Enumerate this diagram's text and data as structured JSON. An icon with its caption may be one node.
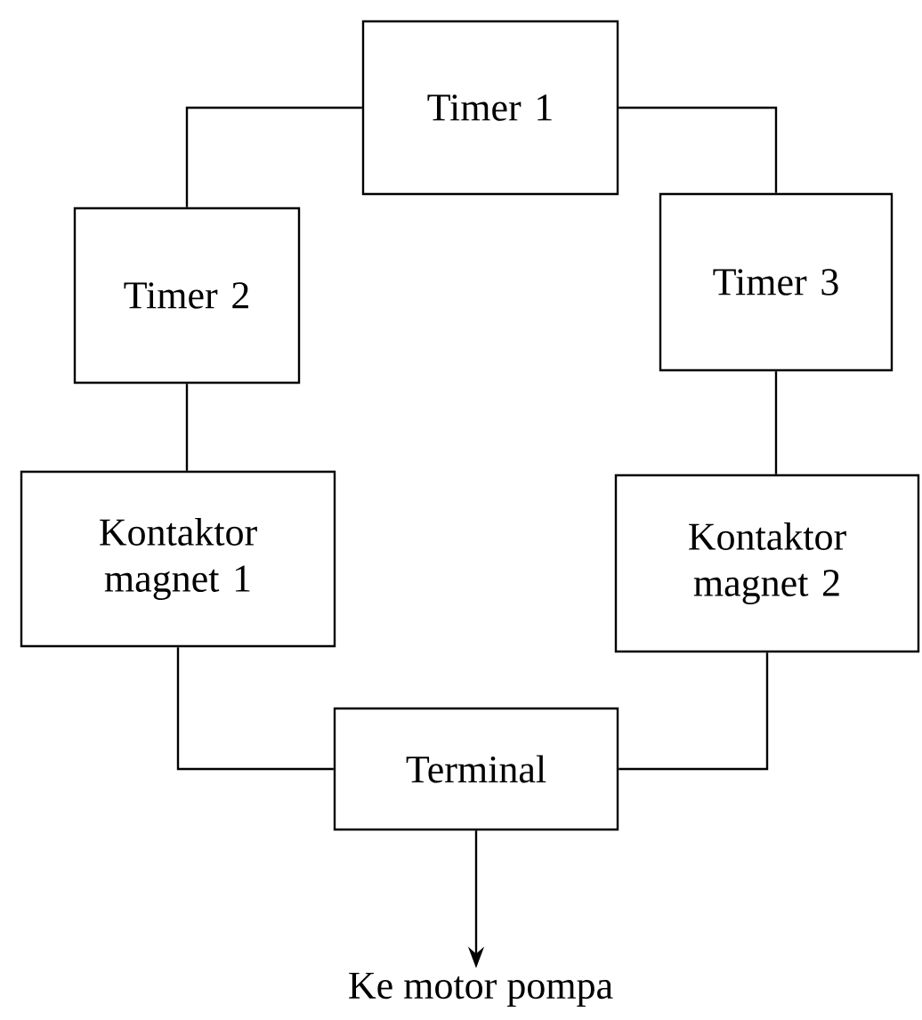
{
  "diagram": {
    "nodes": [
      {
        "text": [
          "Timer 1"
        ]
      },
      {
        "text": [
          "Timer 2"
        ]
      },
      {
        "text": [
          "Timer 3"
        ]
      },
      {
        "text": [
          "Kontaktor magnet 1"
        ]
      },
      {
        "text": [
          "Kontaktor magnet 2"
        ]
      },
      {
        "text": [
          "Terminal"
        ]
      },
      {
        "text": [
          "Ke motor pompa"
        ]
      }
    ],
    "edges": [
      {
        "from": 0,
        "to": 1,
        "arrow": "none"
      },
      {
        "from": 0,
        "to": 2,
        "arrow": "none"
      },
      {
        "from": 1,
        "to": 3,
        "arrow": "none"
      },
      {
        "from": 2,
        "to": 4,
        "arrow": "none"
      },
      {
        "from": 3,
        "to": 5,
        "arrow": "none"
      },
      {
        "from": 4,
        "to": 5,
        "arrow": "none"
      },
      {
        "from": 5,
        "to": 6,
        "arrow": "to"
      }
    ]
  }
}
